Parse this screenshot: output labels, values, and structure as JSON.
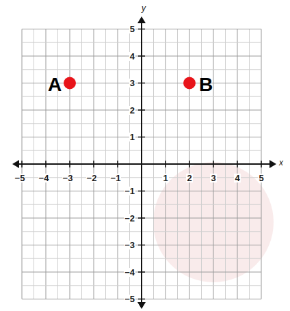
{
  "diagram": {
    "labels": [
      "y",
      "5",
      "4",
      "3",
      "2",
      "1",
      "−1",
      "−2",
      "−3",
      "−4",
      "−5",
      "x",
      "−5",
      "−4",
      "−3",
      "−2",
      "−1",
      "1",
      "2",
      "3",
      "4",
      "5",
      "A",
      "B"
    ]
  }
}
